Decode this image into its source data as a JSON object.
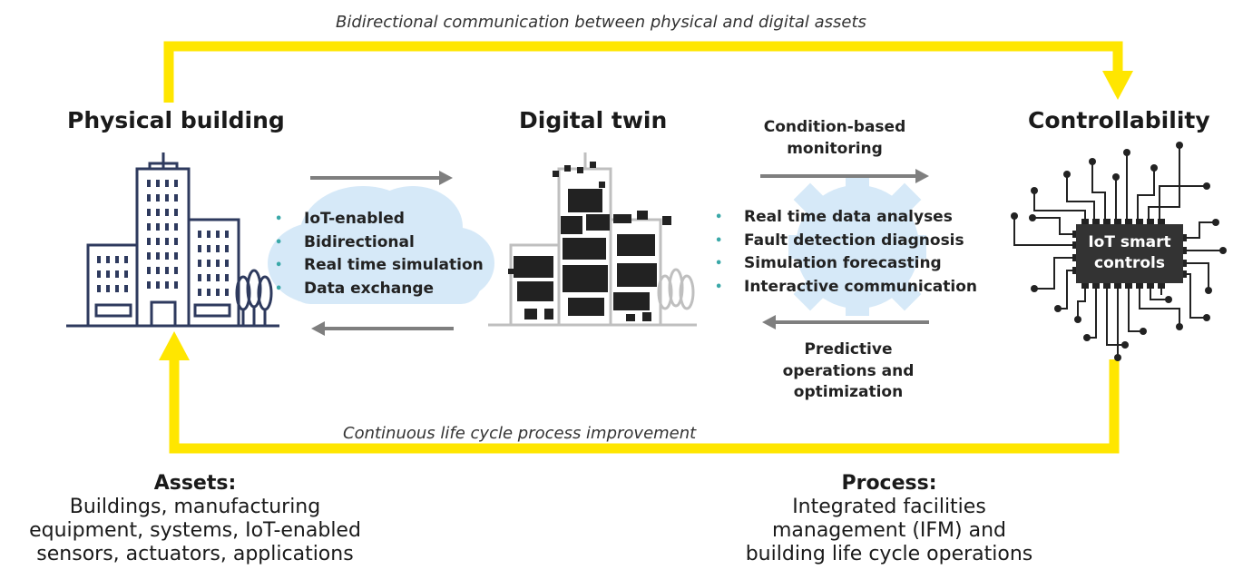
{
  "top_caption": "Bidirectional communication between physical and digital assets",
  "bottom_caption": "Continuous life cycle process improvement",
  "nodes": {
    "physical": {
      "title": "Physical building"
    },
    "twin": {
      "title": "Digital twin"
    },
    "control": {
      "title": "Controllability",
      "chip_line1": "IoT smart",
      "chip_line2": "controls"
    }
  },
  "cloud_bullets": [
    "IoT-enabled",
    "Bidirectional",
    "Real time simulation",
    "Data exchange"
  ],
  "gear_bullets": [
    "Real time data analyses",
    "Fault detection diagnosis",
    "Simulation forecasting",
    "Interactive communication"
  ],
  "flow_labels": {
    "monitoring_line1": "Condition-based",
    "monitoring_line2": "monitoring",
    "predictive_line1": "Predictive",
    "predictive_line2": "operations and",
    "predictive_line3": "optimization"
  },
  "assets": {
    "title": "Assets:",
    "lines": [
      "Buildings, manufacturing",
      "equipment, systems, IoT-enabled",
      "sensors, actuators, applications"
    ]
  },
  "process": {
    "title": "Process:",
    "lines": [
      "Integrated facilities",
      "management (IFM) and",
      "building life cycle operations"
    ]
  },
  "colors": {
    "yellow": "#ffe600",
    "navy": "#2e3a5e",
    "gray_arrow": "#7f7f7f",
    "cloud": "#d6e9f8",
    "chip": "#333333",
    "bullet": "#3aa8a8"
  }
}
